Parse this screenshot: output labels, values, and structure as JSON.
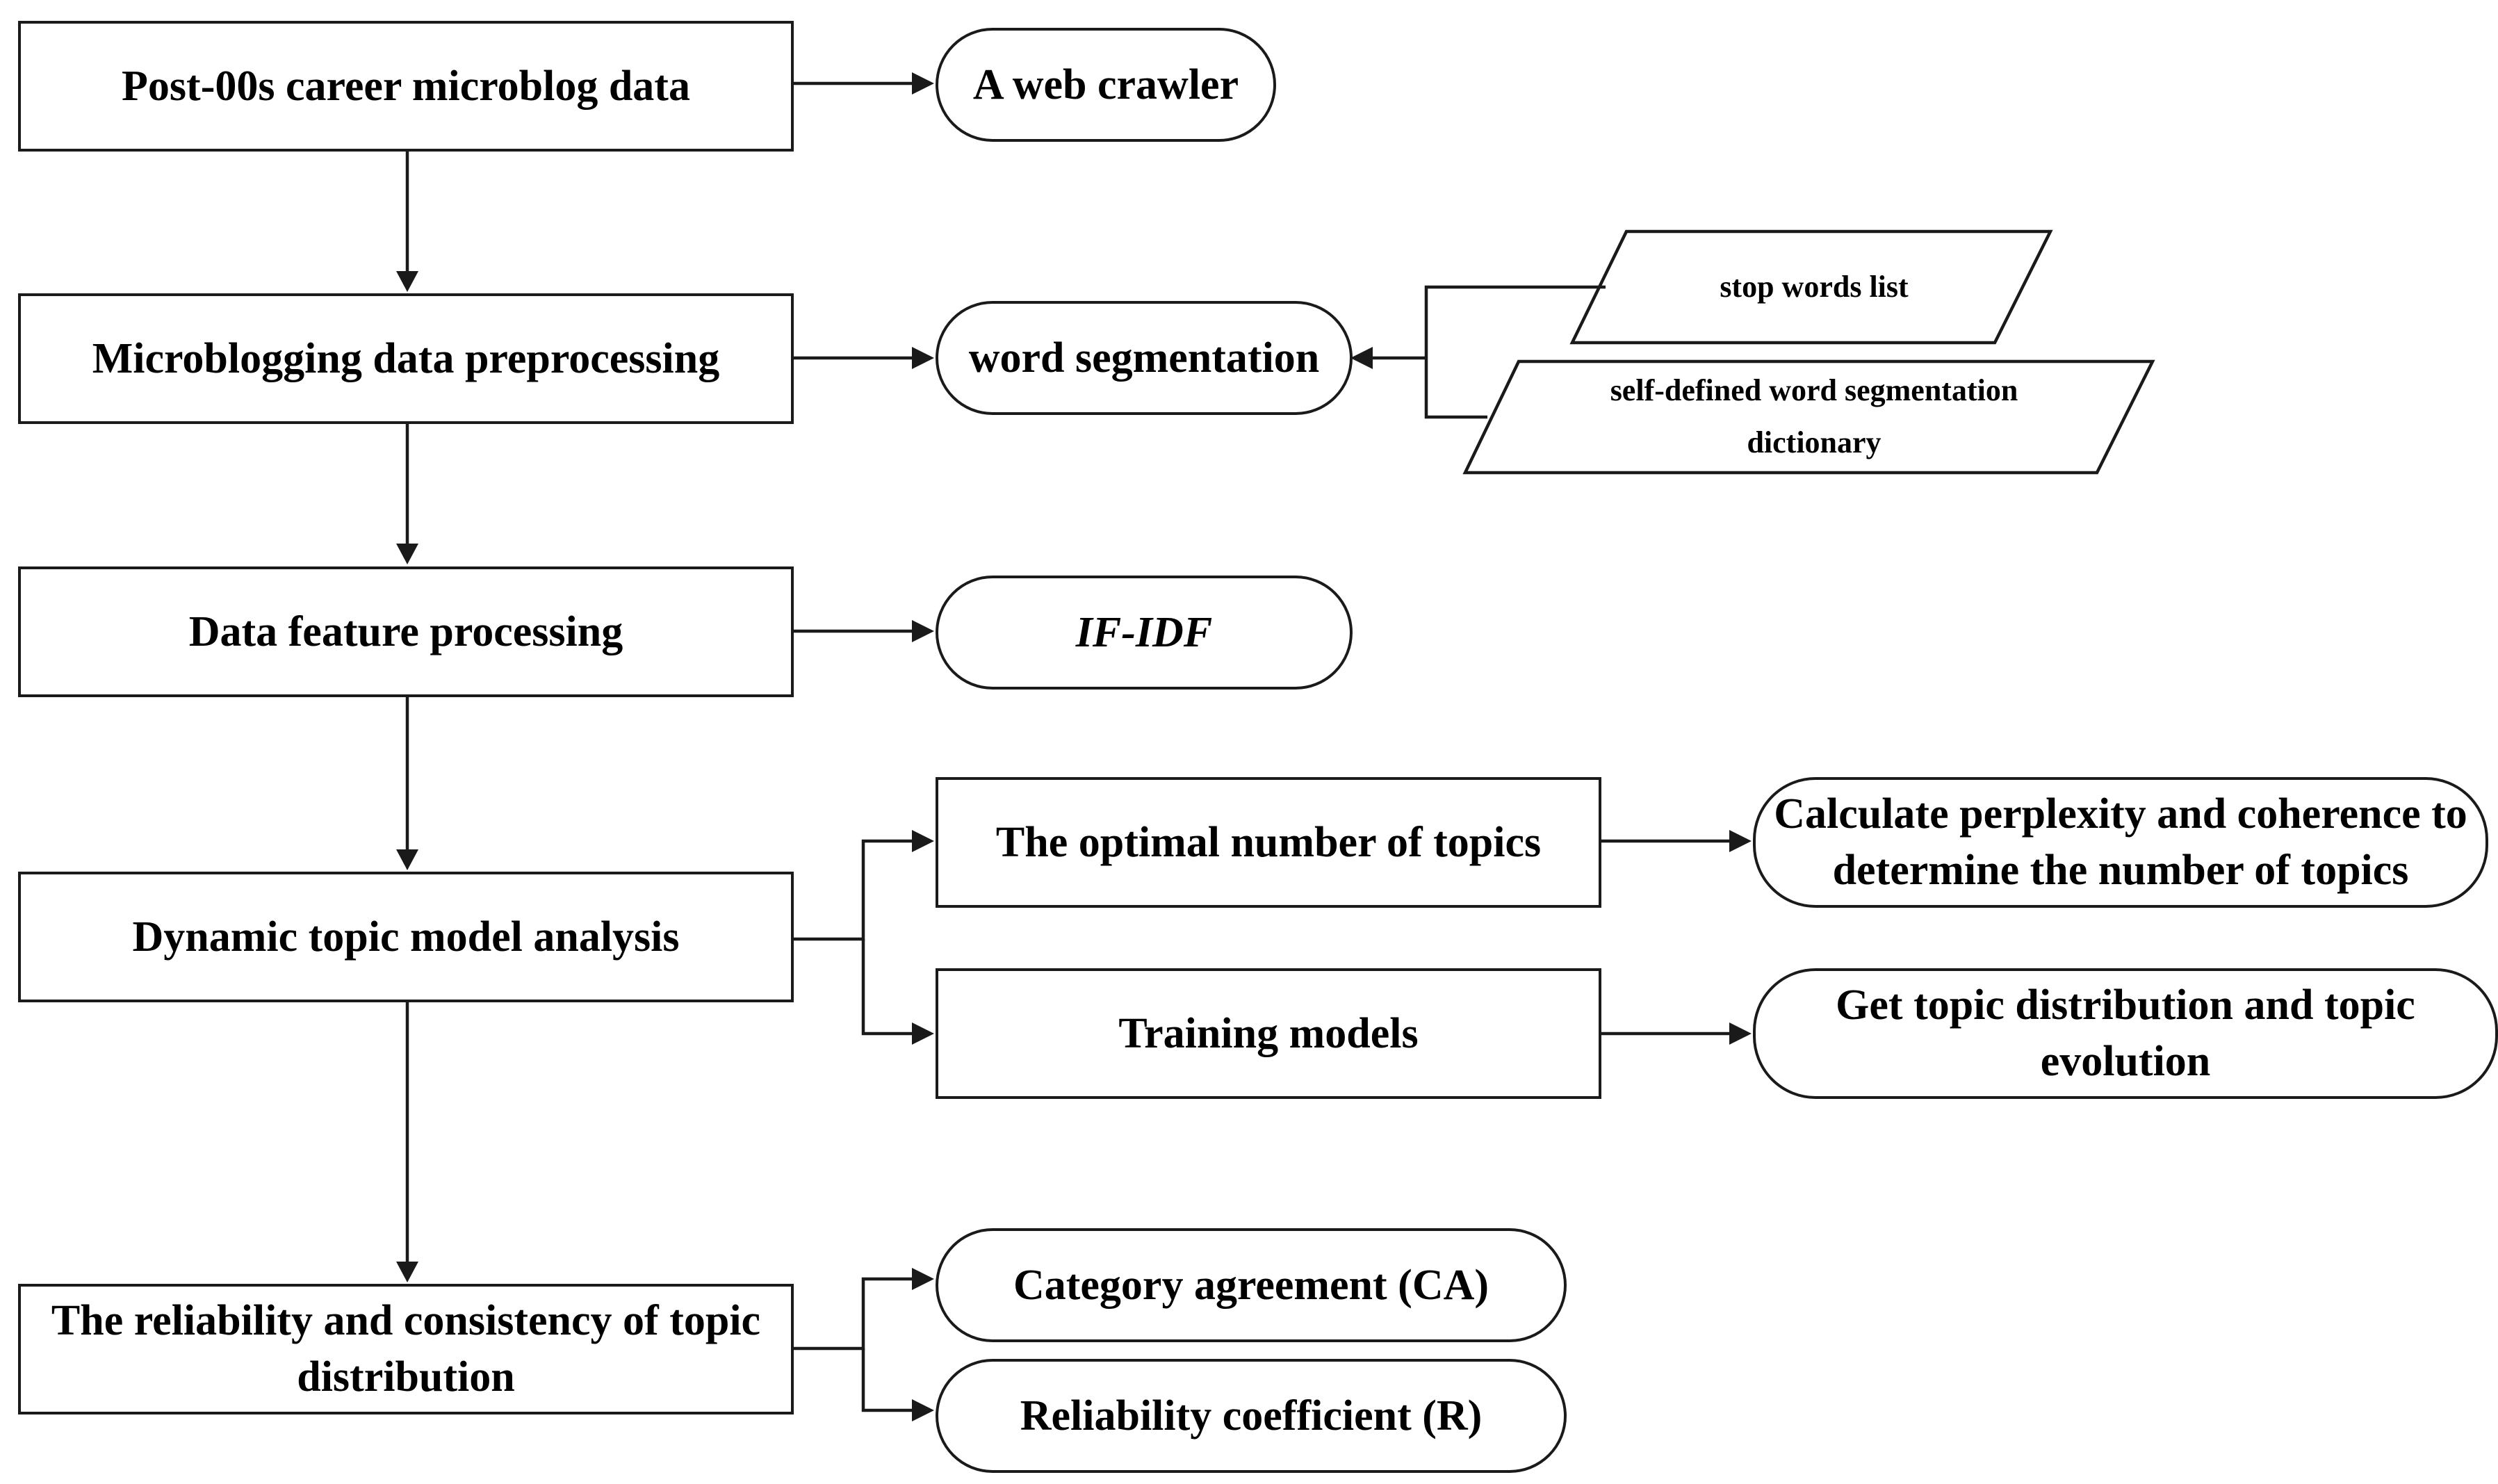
{
  "steps": {
    "s1": "Post-00s career microblog data",
    "s2": "Microblogging data preprocessing",
    "s3": "Data feature processing",
    "s4": "Dynamic topic model analysis",
    "s5": "The reliability and consistency of topic distribution"
  },
  "methods": {
    "crawler": "A web crawler",
    "segmentation": "word segmentation",
    "tfidf": "IF-IDF",
    "optimal_topics": "The optimal number of topics",
    "training": "Training models",
    "perplexity": "Calculate perplexity and coherence to determine the number of topics",
    "distribution": "Get topic distribution and topic evolution",
    "ca": "Category agreement (CA)",
    "r": "Reliability coefficient (R)"
  },
  "inputs": {
    "stopwords": "stop words list",
    "dictionary": "self-defined word segmentation dictionary"
  },
  "colors": {
    "stroke": "#1a1a1a",
    "background": "#ffffff",
    "text": "#000000"
  }
}
